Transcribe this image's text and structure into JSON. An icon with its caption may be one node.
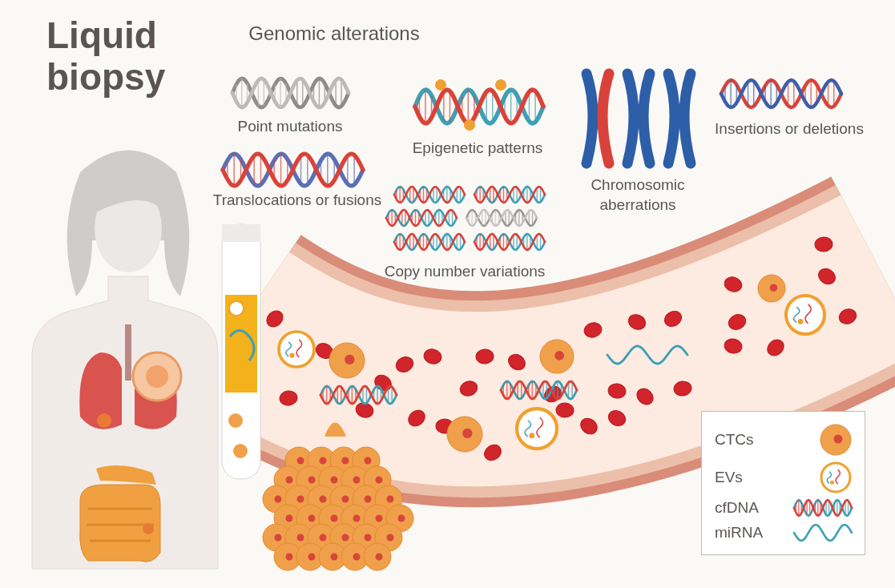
{
  "diagram": {
    "title": "Liquid biopsy",
    "labels": [
      "Genomic alterations",
      "Point mutations",
      "Epigenetic patterns",
      "Chromosomic aberrations",
      "Insertions or deletions",
      "Translocations or fusions",
      "Copy number variations"
    ],
    "legend": [
      {
        "text": "CTCs"
      },
      {
        "text": "EVs"
      },
      {
        "text": "cfDNA"
      },
      {
        "text": "miRNA"
      }
    ]
  }
}
